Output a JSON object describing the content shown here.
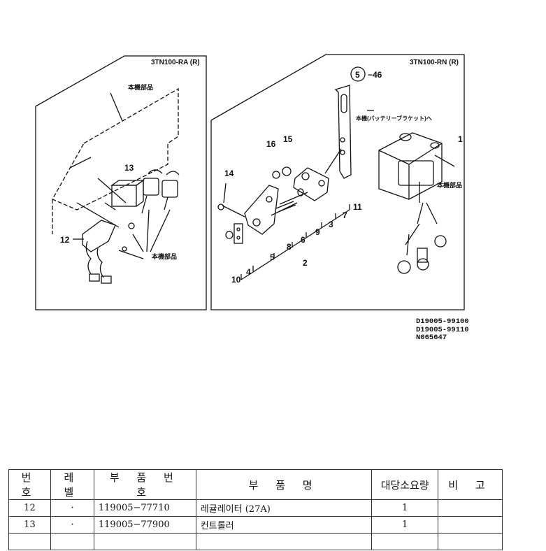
{
  "left_panel": {
    "title": "3TN100-RA (R)",
    "labels": {
      "body_part_top": "本機部品",
      "body_part_bottom": "本機部品",
      "n12": "12",
      "n13": "13"
    }
  },
  "right_panel": {
    "title": "3TN100-RN (R)",
    "labels": {
      "n5_46_circle": "5",
      "n5_46_suffix": "−46",
      "to_body": "本機(バッテリーブラケット)へ",
      "body_part": "本機部品",
      "n1": "1",
      "n2": "2",
      "n3": "3",
      "n4": "4",
      "n5": "5",
      "n6": "6",
      "n7": "7",
      "n8": "8",
      "n9": "9",
      "n10": "10",
      "n11": "11",
      "n14": "14",
      "n15": "15",
      "n16": "16"
    }
  },
  "codes": [
    "D19005-99100",
    "D19005-99110",
    "N065647"
  ],
  "table": {
    "headers": [
      "번 호",
      "레 벨",
      "부 품 번 호",
      "부   품   명",
      "대당소요량",
      "비 고"
    ],
    "rows": [
      {
        "no": "12",
        "level": "·",
        "part_no": "119005−77710",
        "name": "레귤레이터 (27A)",
        "qty": "1",
        "note": ""
      },
      {
        "no": "13",
        "level": "·",
        "part_no": "119005−77900",
        "name": "컨트롤러",
        "qty": "1",
        "note": ""
      },
      {
        "no": "",
        "level": "",
        "part_no": "",
        "name": "",
        "qty": "",
        "note": ""
      }
    ]
  }
}
